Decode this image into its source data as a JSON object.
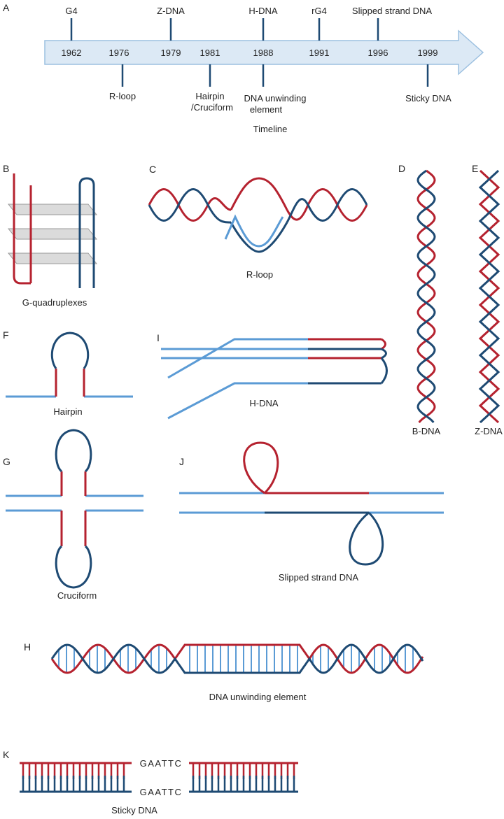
{
  "colors": {
    "red": "#b5222f",
    "dark_blue": "#1e4a73",
    "light_blue": "#5b9bd5",
    "arrow_fill": "#dce9f5",
    "arrow_stroke": "#9cc0e0",
    "plane_fill": "#cfcfcf"
  },
  "panels": {
    "A": "A",
    "B": "B",
    "C": "C",
    "D": "D",
    "E": "E",
    "F": "F",
    "G": "G",
    "H": "H",
    "I": "I",
    "J": "J",
    "K": "K"
  },
  "timeline": {
    "caption": "Timeline",
    "events": [
      {
        "year": "1962",
        "above": "G4",
        "below": ""
      },
      {
        "year": "1976",
        "above": "",
        "below": "R-loop"
      },
      {
        "year": "1979",
        "above": "Z-DNA",
        "below": ""
      },
      {
        "year": "1981",
        "above": "",
        "below": "Hairpin",
        "below2": "/Cruciform"
      },
      {
        "year": "1988",
        "above": "H-DNA",
        "below": "DNA unwinding",
        "below2": "element"
      },
      {
        "year": "1991",
        "above": "rG4",
        "below": ""
      },
      {
        "year": "1996",
        "above": "Slipped strand DNA",
        "below": ""
      },
      {
        "year": "1999",
        "above": "",
        "below": "Sticky DNA"
      }
    ]
  },
  "labels": {
    "g4": "G-quadruplexes",
    "rloop": "R-loop",
    "bdna": "B-DNA",
    "zdna": "Z-DNA",
    "hairpin": "Hairpin",
    "hdna": "H-DNA",
    "cruciform": "Cruciform",
    "slipped": "Slipped strand DNA",
    "unwinding": "DNA unwinding element",
    "sticky": "Sticky DNA",
    "seq_top": "GAATTC",
    "seq_bottom": "GAATTC"
  }
}
